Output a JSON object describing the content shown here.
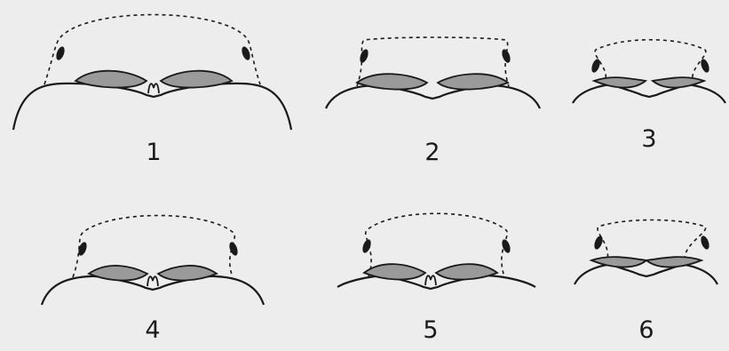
{
  "figures": [
    {
      "label": "1",
      "lobe_style": "separate, notched midline"
    },
    {
      "label": "2",
      "lobe_style": "separate, shallow midline"
    },
    {
      "label": "3",
      "lobe_style": "small, nearly touching"
    },
    {
      "label": "4",
      "lobe_style": "separate, notched midline"
    },
    {
      "label": "5",
      "lobe_style": "separate, notched midline"
    },
    {
      "label": "6",
      "lobe_style": "fused at midline"
    }
  ],
  "colors": {
    "background": "#ededed",
    "ink": "#1a1a1a",
    "lobe_fill": "#9a9a9a"
  }
}
